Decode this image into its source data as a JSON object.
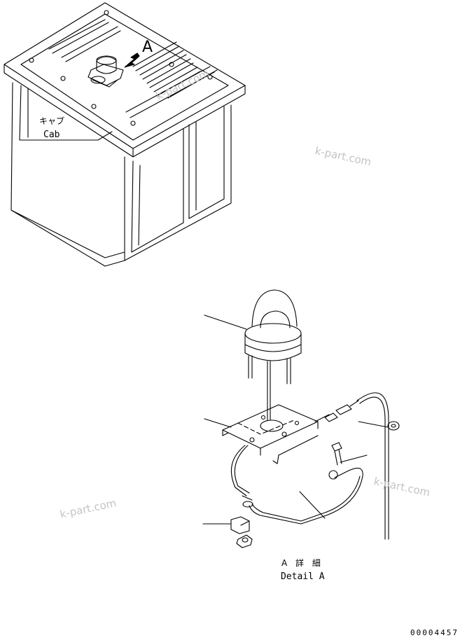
{
  "labels": {
    "cab_jp": "キャブ",
    "cab_en": "Cab",
    "view_arrow": "A",
    "detail_jp": "A 詳 細",
    "detail_en": "Detail A",
    "drawing_number": "00004457"
  },
  "watermarks": [
    "k-part.com",
    "k-part.com",
    "k-part.com",
    "k-part.com"
  ],
  "colors": {
    "line": "#000000",
    "watermark": "#c4c4c4",
    "background": "#ffffff"
  }
}
